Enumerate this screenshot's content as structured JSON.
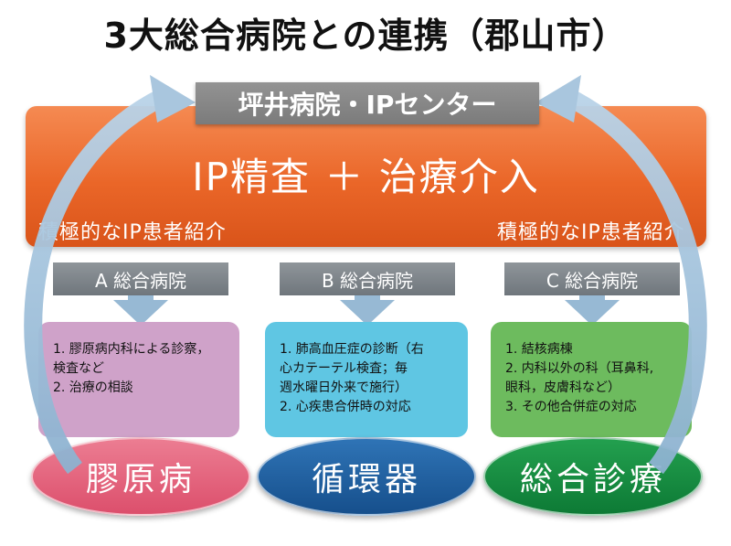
{
  "title": "3大総合病院との連携（郡山市）",
  "center_box": "坪井病院・IPセンター",
  "main_text": "IP精査 ＋ 治療介入",
  "referral_left": "積極的なIP患者紹介",
  "referral_right": "積極的なIP患者紹介",
  "hospitals": [
    {
      "label": "A 総合病院",
      "items": [
        "1.  膠原病内科による診察，\n     検査など",
        "2.  治療の相談"
      ],
      "specialty": "膠原病"
    },
    {
      "label": "B 総合病院",
      "items": [
        "1.  肺高血圧症の診断（右\n     心カテーテル検査；毎\n     週水曜日外来で施行）",
        "2.  心疾患合併時の対応"
      ],
      "specialty": "循環器"
    },
    {
      "label": "C 総合病院",
      "items": [
        "1.  結核病棟",
        "2.  内科以外の科（耳鼻科,\n     眼科，皮膚科など）",
        "3.  その他合併症の対応"
      ],
      "specialty": "総合診療"
    }
  ],
  "colors": {
    "orange": "#ea6628",
    "pink_box": "#cfa2c9",
    "pink_ellipse": "#e45f7a",
    "blue_box": "#5fc6e3",
    "blue_ellipse": "#1f5fa0",
    "green_box": "#6dbb5e",
    "green_ellipse": "#138a3e",
    "arrow": "#97b9d4"
  }
}
